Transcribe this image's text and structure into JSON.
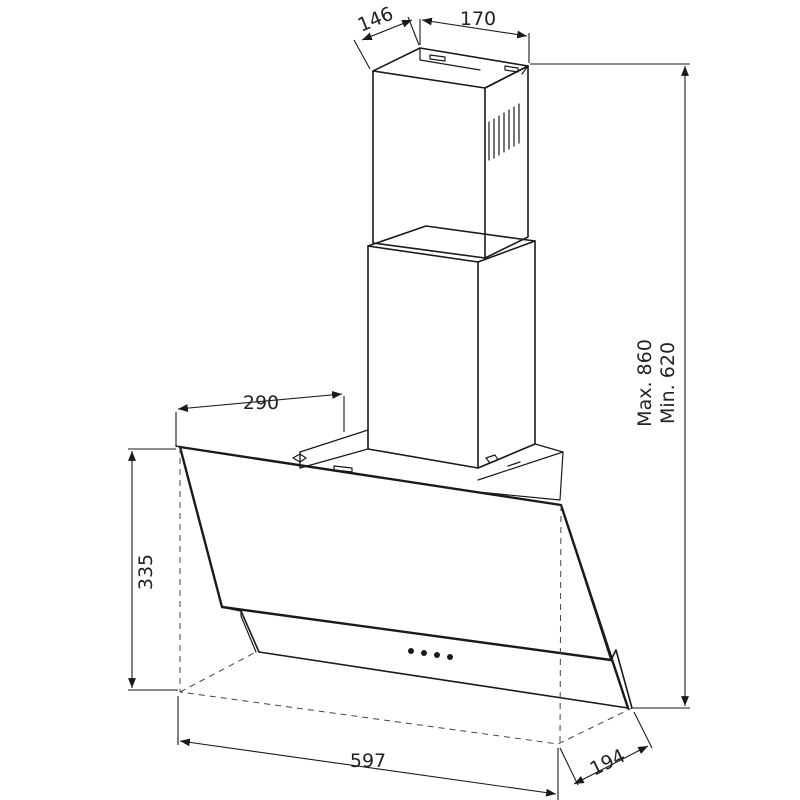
{
  "dimensions": {
    "chimney_depth": "146",
    "chimney_width": "170",
    "hood_depth_top": "290",
    "hood_height": "335",
    "hood_width": "597",
    "hood_depth_bottom": "194",
    "height_max": "Max. 860",
    "height_min": "Min. 620"
  },
  "colors": {
    "line": "#1a1a1a",
    "dashed": "#444444",
    "background": "#ffffff"
  },
  "icons": {
    "control_buttons": "four-dot-button-panel"
  }
}
